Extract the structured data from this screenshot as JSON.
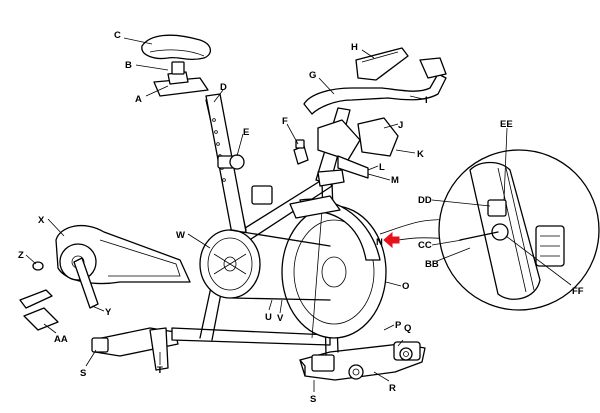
{
  "labels": {
    "A": "A",
    "B": "B",
    "C": "C",
    "D": "D",
    "E": "E",
    "F": "F",
    "G": "G",
    "H": "H",
    "I": "I",
    "J": "J",
    "K": "K",
    "L": "L",
    "M": "M",
    "N": "N",
    "O": "O",
    "P": "P",
    "Q": "Q",
    "R": "R",
    "S1": "S",
    "S2": "S",
    "T": "T",
    "U": "U",
    "V": "V",
    "W": "W",
    "X": "X",
    "Y": "Y",
    "Z": "Z",
    "AA": "AA",
    "BB": "BB",
    "CC": "CC",
    "DD": "DD",
    "EE": "EE",
    "FF": "FF"
  },
  "colors": {
    "line": "#000000",
    "background": "#ffffff",
    "arrow": "#e8101a"
  },
  "icons": {
    "indicator": "red-arrow-icon"
  }
}
